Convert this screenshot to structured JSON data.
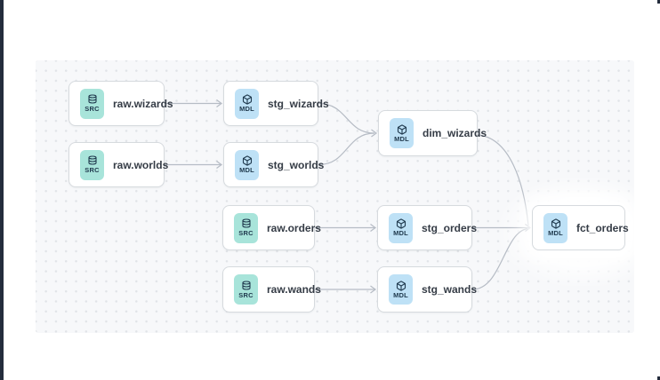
{
  "view": {
    "title": "data-lineage-dag"
  },
  "colors": {
    "left_strip": "#232c3c",
    "canvas_bg": "#f7f8fa",
    "canvas_dot": "#e1e4e8",
    "node_bg": "#ffffff",
    "node_border": "#d6dade",
    "node_text": "#353c46",
    "edge": "#b6bcc5",
    "src_badge_bg": "#a8e4da",
    "mdl_badge_bg": "#bee1f6",
    "badge_text": "#203a4e"
  },
  "badge_labels": {
    "src": "SRC",
    "mdl": "MDL"
  },
  "nodes": [
    {
      "id": "raw.wizards",
      "label": "raw.wizards",
      "kind": "src"
    },
    {
      "id": "stg_wizards",
      "label": "stg_wizards",
      "kind": "mdl"
    },
    {
      "id": "raw.worlds",
      "label": "raw.worlds",
      "kind": "src"
    },
    {
      "id": "stg_worlds",
      "label": "stg_worlds",
      "kind": "mdl"
    },
    {
      "id": "dim_wizards",
      "label": "dim_wizards",
      "kind": "mdl"
    },
    {
      "id": "raw.orders",
      "label": "raw.orders",
      "kind": "src"
    },
    {
      "id": "stg_orders",
      "label": "stg_orders",
      "kind": "mdl"
    },
    {
      "id": "raw.wands",
      "label": "raw.wands",
      "kind": "src"
    },
    {
      "id": "stg_wands",
      "label": "stg_wands",
      "kind": "mdl"
    },
    {
      "id": "fct_orders",
      "label": "fct_orders",
      "kind": "mdl",
      "highlighted": true
    }
  ],
  "edges": [
    {
      "from": "raw.wizards",
      "to": "stg_wizards"
    },
    {
      "from": "raw.worlds",
      "to": "stg_worlds"
    },
    {
      "from": "stg_wizards",
      "to": "dim_wizards"
    },
    {
      "from": "stg_worlds",
      "to": "dim_wizards"
    },
    {
      "from": "raw.orders",
      "to": "stg_orders"
    },
    {
      "from": "raw.wands",
      "to": "stg_wands"
    },
    {
      "from": "stg_orders",
      "to": "fct_orders"
    },
    {
      "from": "stg_wands",
      "to": "fct_orders"
    },
    {
      "from": "dim_wizards",
      "to": "fct_orders"
    }
  ]
}
